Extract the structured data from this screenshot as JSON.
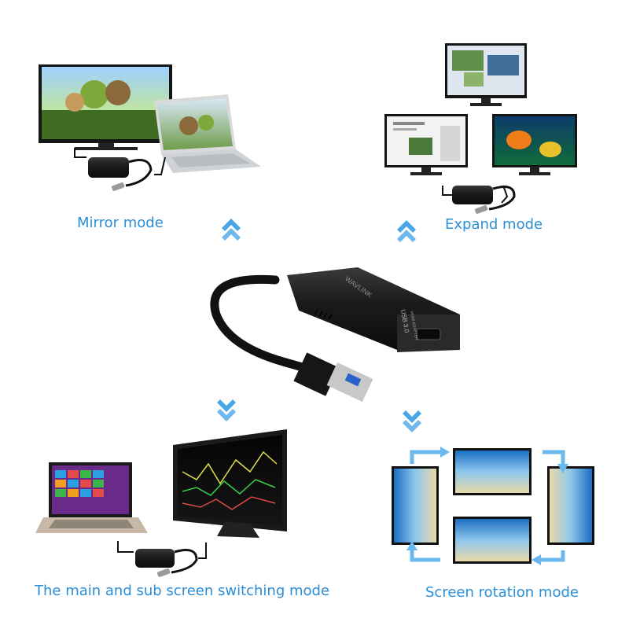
{
  "modes": {
    "mirror": "Mirror mode",
    "expand": "Expand mode",
    "switching": "The main and sub screen switching mode",
    "rotation": "Screen rotation mode"
  },
  "adapter": {
    "brand": "WAVLINK",
    "port_label": "USB 3.0",
    "port_sublabel": "HDMI ADAPTER"
  },
  "colors": {
    "label": "#2a8fd8",
    "arrow": "#4aa6e6",
    "rotation_arrow": "#6ab8ee",
    "adapter_body": "#1c1c1e"
  }
}
